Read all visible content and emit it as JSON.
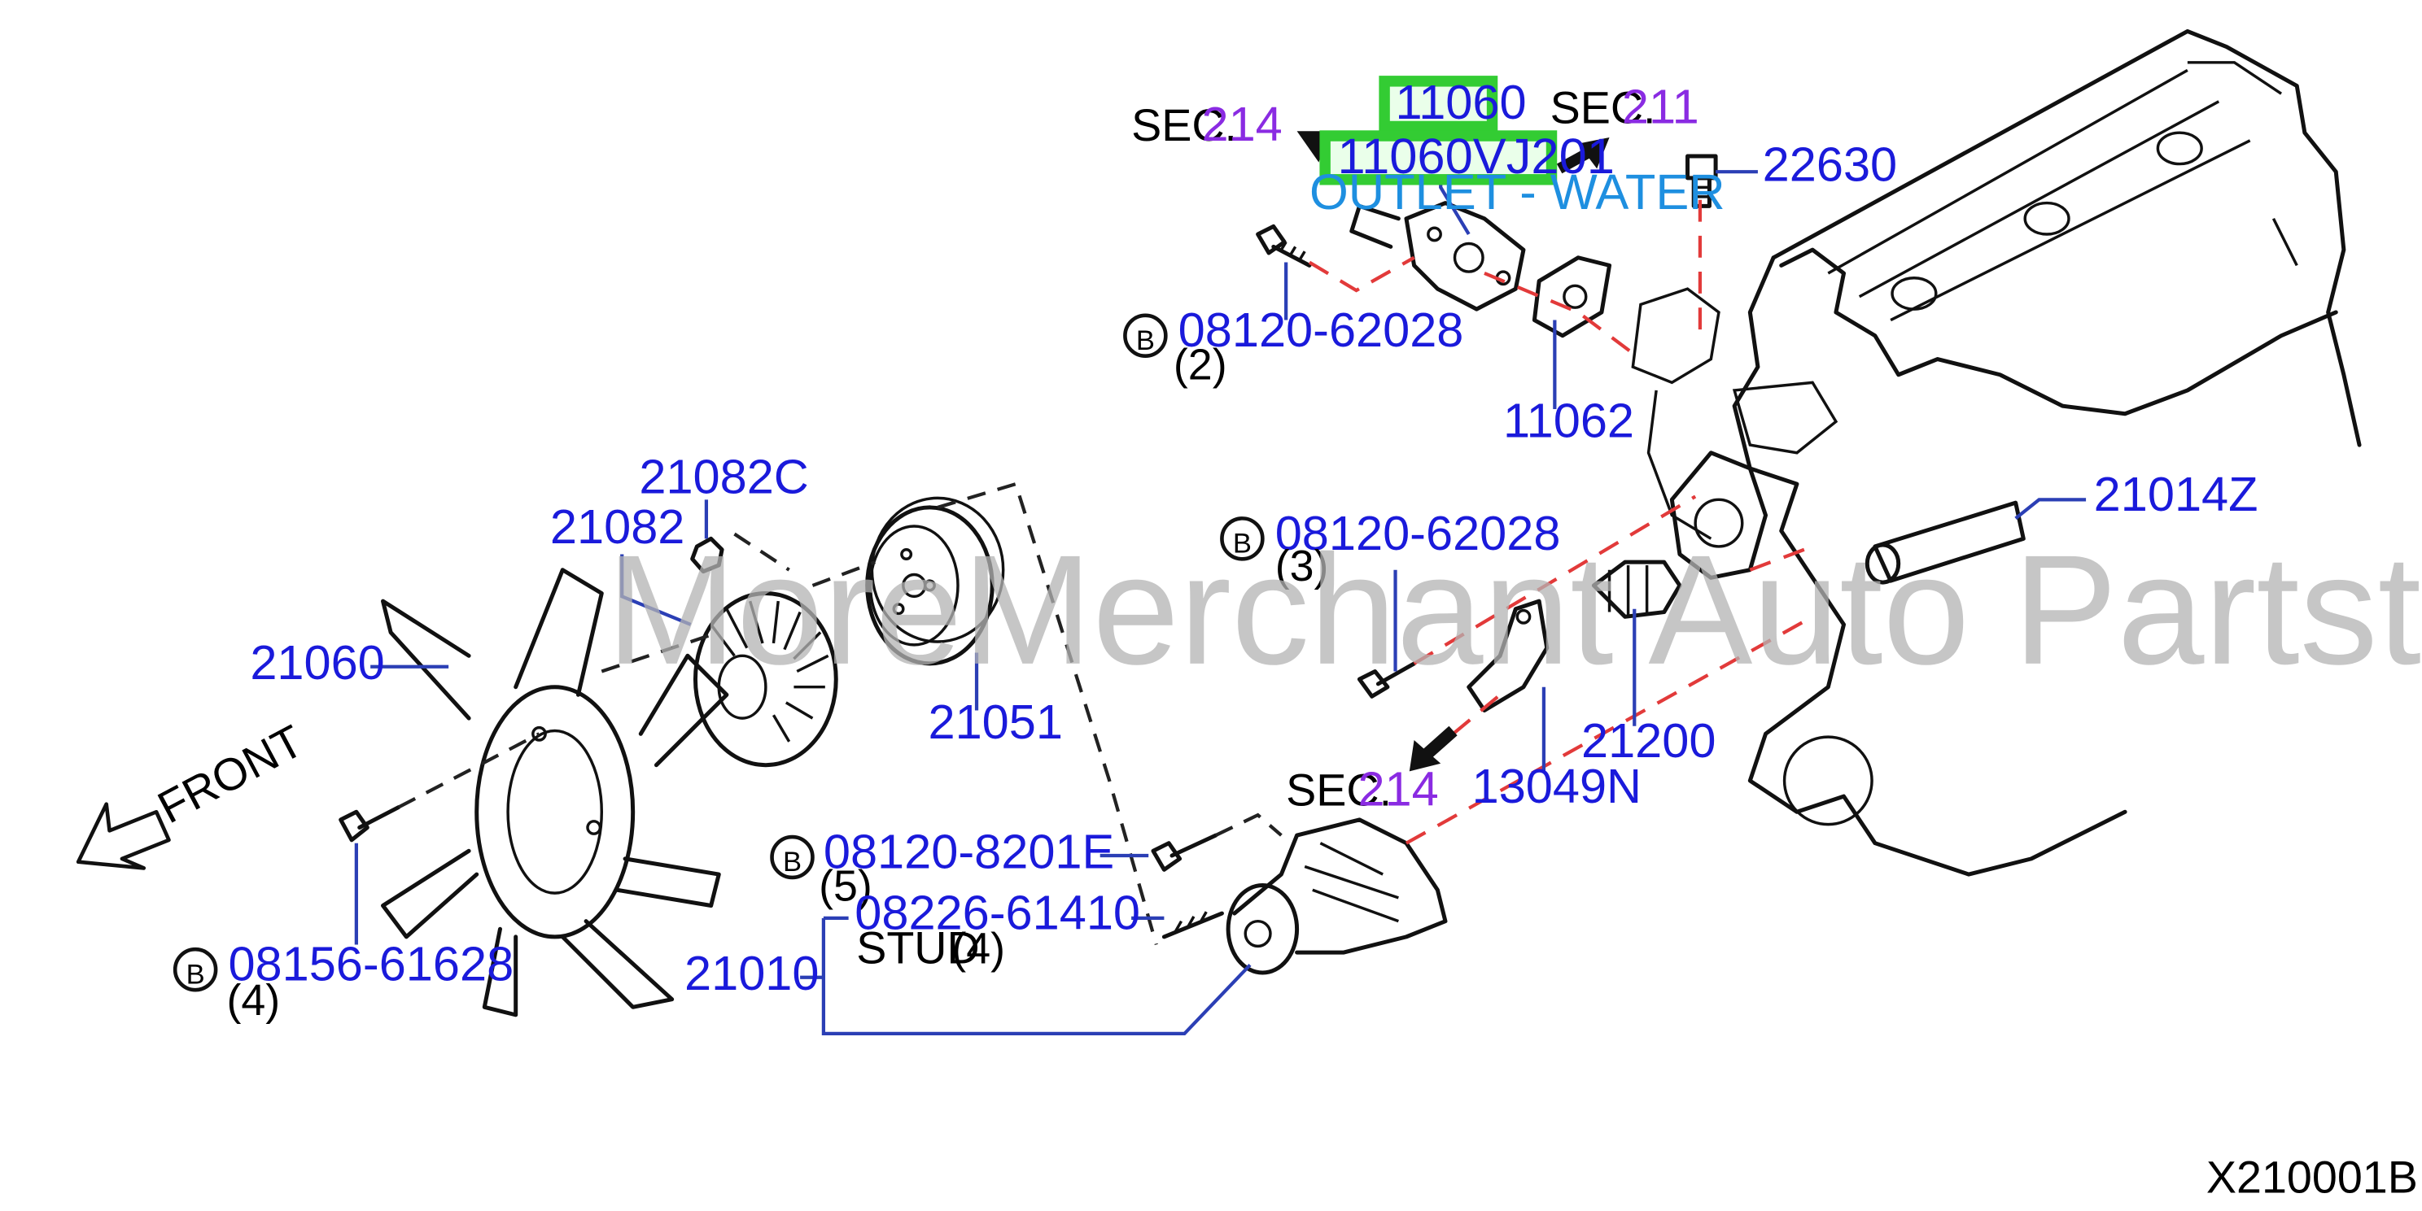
{
  "labels": {
    "p11060": "11060",
    "p11060vj201": "11060VJ201",
    "outlet_water": "OUTLET - WATER",
    "sec214_top_prefix": "SEC.",
    "sec214_top_num": "214",
    "sec211_prefix": "SEC.",
    "sec211_num": "211",
    "p22630": "22630",
    "b_08120_62028_a": "08120-62028",
    "qty_2": "(2)",
    "p11062": "11062",
    "p21082c": "21082C",
    "p21082": "21082",
    "p21060": "21060",
    "p21051": "21051",
    "b_08120_62028_b": "08120-62028",
    "qty_3": "(3)",
    "p21014z": "21014Z",
    "p21200": "21200",
    "p13049n": "13049N",
    "sec214_mid_prefix": "SEC.",
    "sec214_mid_num": "214",
    "front": "FRONT",
    "b_08120_8201e": "08120-8201E",
    "qty_5": "(5)",
    "p08226_61410": "08226-61410",
    "stud": "STUD",
    "qty_4_stud": "(4)",
    "p21010": "21010",
    "b_08156_61628": "08156-61628",
    "qty_4": "(4)",
    "b_symbol": "B",
    "diagram_code": "X210001B",
    "watermark": "MoreMerchant Auto Partstore"
  },
  "colors": {
    "part_number_blue": "#1a1adb",
    "sec_number_purple": "#8a2be2",
    "description_cyan": "#1e8fe0",
    "highlight_green": "#33cc33",
    "dash_red": "#e23a3a"
  },
  "highlighted_parts": [
    "11060",
    "11060VJ201"
  ]
}
